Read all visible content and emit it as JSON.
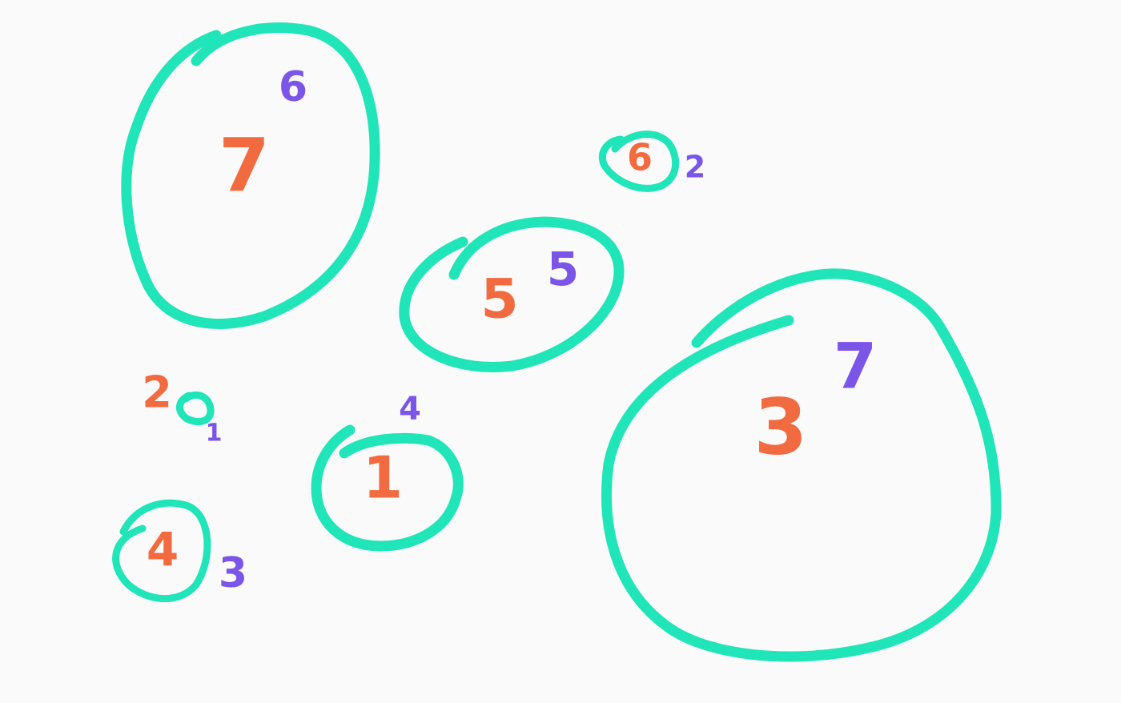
{
  "colors": {
    "background": "#fafafa",
    "circle": "#1fe5b8",
    "primary_number": "#f26b40",
    "secondary_number": "#7b55e8"
  },
  "bubbles": [
    {
      "primary": "7",
      "secondary": "6"
    },
    {
      "primary": "6",
      "secondary": "2"
    },
    {
      "primary": "5",
      "secondary": "5"
    },
    {
      "primary": "3",
      "secondary": "7"
    },
    {
      "primary": "2",
      "secondary": "1"
    },
    {
      "primary": "1",
      "secondary": "4"
    },
    {
      "primary": "4",
      "secondary": "3"
    }
  ]
}
